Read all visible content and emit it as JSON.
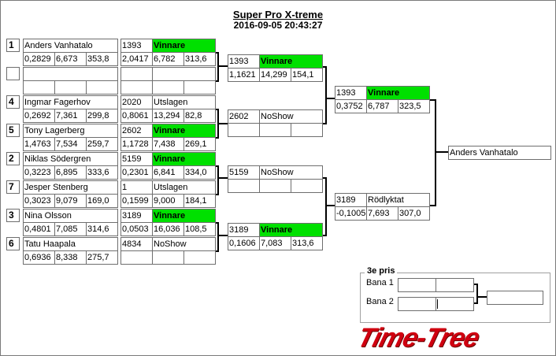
{
  "header": {
    "title": "Super Pro X-treme",
    "datetime": "2016-09-05 20:43:27"
  },
  "colors": {
    "winner": "#00e000",
    "logo": "#d00010"
  },
  "round1": [
    {
      "seed": "1",
      "name": "Anders Vanhatalo",
      "stats": [
        "0,2829",
        "6,673",
        "353,8"
      ],
      "id": "1393",
      "status": "Vinnare",
      "res": [
        "2,0417",
        "6,782",
        "313,6"
      ]
    },
    {
      "seed": "",
      "name": "",
      "stats": [
        "",
        "",
        ""
      ],
      "id": "",
      "status": "",
      "res": [
        "",
        "",
        ""
      ]
    },
    {
      "seed": "4",
      "name": "Ingmar Fagerhov",
      "stats": [
        "0,2692",
        "7,361",
        "299,8"
      ],
      "id": "2020",
      "status": "Utslagen",
      "res": [
        "0,8061",
        "13,294",
        "82,8"
      ]
    },
    {
      "seed": "5",
      "name": "Tony Lagerberg",
      "stats": [
        "1,4763",
        "7,534",
        "259,7"
      ],
      "id": "2602",
      "status": "Vinnare",
      "res": [
        "1,1728",
        "7,438",
        "269,1"
      ]
    },
    {
      "seed": "2",
      "name": "Niklas Södergren",
      "stats": [
        "0,3223",
        "6,895",
        "333,6"
      ],
      "id": "5159",
      "status": "Vinnare",
      "res": [
        "0,2301",
        "6,841",
        "334,0"
      ]
    },
    {
      "seed": "7",
      "name": "Jesper Stenberg",
      "stats": [
        "0,3023",
        "9,079",
        "169,0"
      ],
      "id": "1",
      "status": "Utslagen",
      "res": [
        "0,1599",
        "9,000",
        "184,1"
      ]
    },
    {
      "seed": "3",
      "name": "Nina Olsson",
      "stats": [
        "0,4801",
        "7,085",
        "314,6"
      ],
      "id": "3189",
      "status": "Vinnare",
      "res": [
        "0,0503",
        "16,036",
        "108,5"
      ]
    },
    {
      "seed": "6",
      "name": "Tatu Haapala",
      "stats": [
        "0,6936",
        "8,338",
        "275,7"
      ],
      "id": "4834",
      "status": "NoShow",
      "res": [
        "",
        "",
        ""
      ]
    }
  ],
  "round2": [
    {
      "id": "1393",
      "status": "Vinnare",
      "res": [
        "1,1621",
        "14,299",
        "154,1"
      ]
    },
    {
      "id": "2602",
      "status": "NoShow",
      "res": [
        "",
        "",
        ""
      ]
    },
    {
      "id": "5159",
      "status": "NoShow",
      "res": [
        "",
        "",
        ""
      ]
    },
    {
      "id": "3189",
      "status": "Vinnare",
      "res": [
        "0,1606",
        "7,083",
        "313,6"
      ]
    }
  ],
  "round3": [
    {
      "id": "1393",
      "status": "Vinnare",
      "res": [
        "0,3752",
        "6,787",
        "323,5"
      ]
    },
    {
      "id": "3189",
      "status": "Rödlyktat",
      "res": [
        "-0,1005",
        "7,693",
        "307,0"
      ]
    }
  ],
  "final": {
    "winner": "Anders Vanhatalo"
  },
  "third_place": {
    "title": "3e pris",
    "lane1": "Bana 1",
    "lane2": "Bana 2",
    "winner": ""
  },
  "logo": "Time-Tree"
}
